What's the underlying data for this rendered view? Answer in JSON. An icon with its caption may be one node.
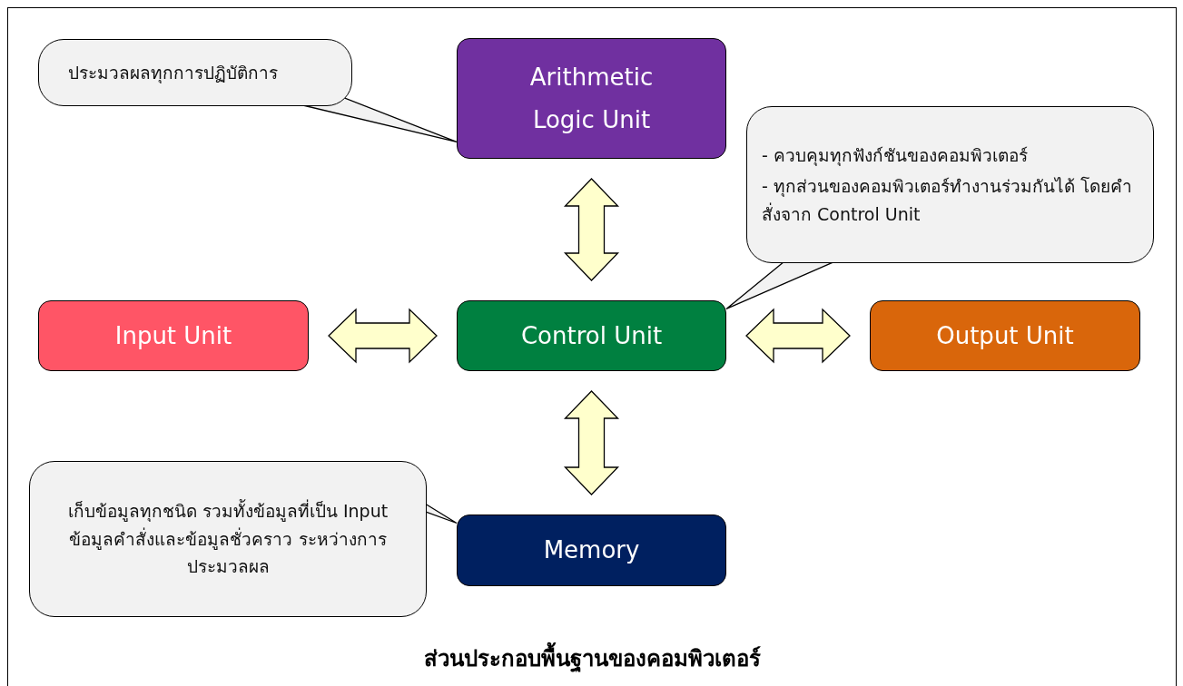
{
  "diagram": {
    "caption": "ส่วนประกอบพื้นฐานของคอมพิวเตอร์",
    "nodes": [
      {
        "text": [
          "Arithmetic Logic Unit"
        ]
      },
      {
        "text": [
          "Input Unit"
        ]
      },
      {
        "text": [
          "Control Unit"
        ]
      },
      {
        "text": [
          "Output Unit"
        ]
      },
      {
        "text": [
          "Memory"
        ]
      },
      {
        "text": [
          "ประมวลผลทุกการปฏิบัติการ"
        ]
      },
      {
        "text": [
          "- ควบคุมทุกฟังก์ชันของคอมพิวเตอร์",
          "- ทุกส่วนของคอมพิวเตอร์ทำงานร่วมกันได้ โดยคำสั่งจาก Control Unit"
        ]
      },
      {
        "text": [
          "เก็บข้อมูลทุกชนิด รวมทั้งข้อมูลที่เป็น Input ข้อมูลคำสั่งและข้อมูลชั่วคราว ระหว่างการประมวลผล"
        ]
      }
    ],
    "edges": [
      {
        "from": 0,
        "to": 2,
        "arrow": "both"
      },
      {
        "from": 1,
        "to": 2,
        "arrow": "both"
      },
      {
        "from": 2,
        "to": 3,
        "arrow": "both"
      },
      {
        "from": 2,
        "to": 4,
        "arrow": "both"
      },
      {
        "from": 5,
        "to": 0,
        "arrow": "none"
      },
      {
        "from": 6,
        "to": 2,
        "arrow": "none"
      },
      {
        "from": 7,
        "to": 4,
        "arrow": "none"
      }
    ]
  }
}
